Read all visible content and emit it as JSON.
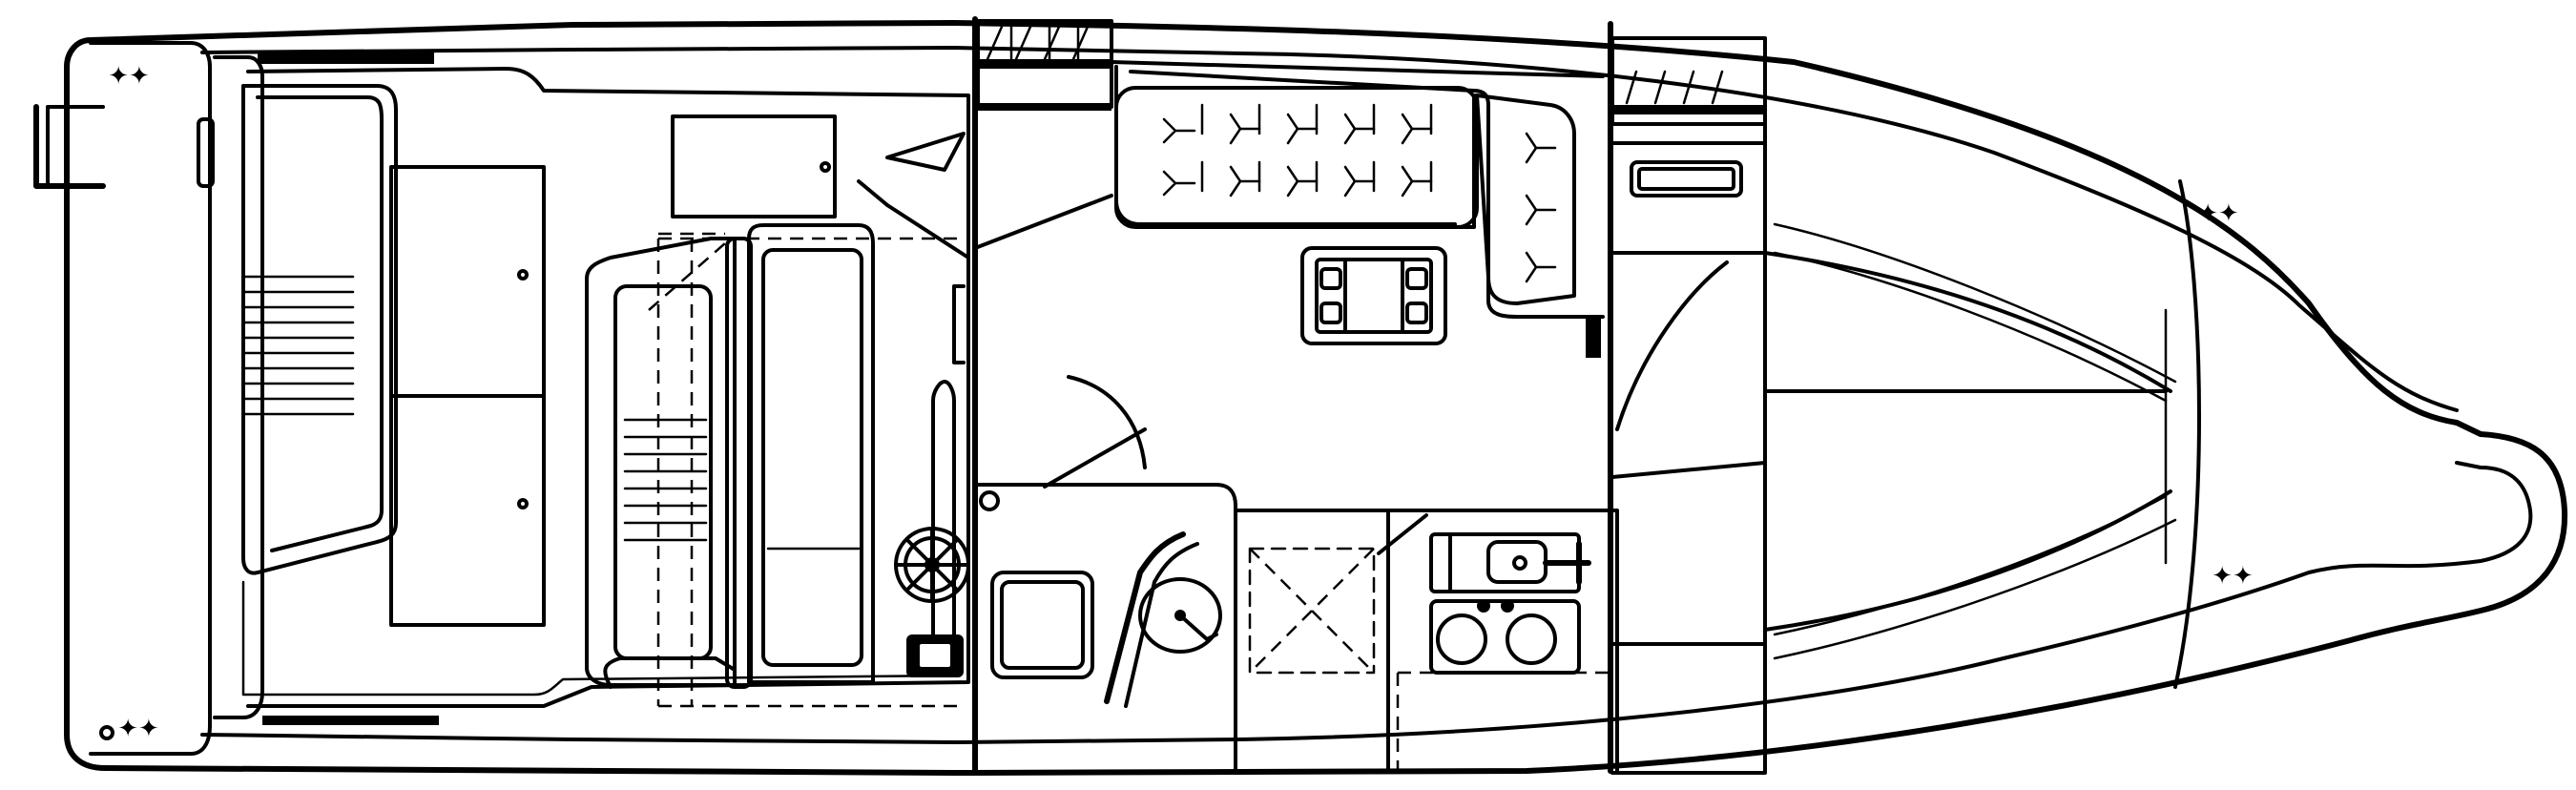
{
  "diagram": {
    "type": "boat-floor-plan",
    "view": "top-down",
    "colors": {
      "line": "#000000",
      "background": "#ffffff"
    },
    "components": [
      {
        "name": "swim-platform"
      },
      {
        "name": "transom"
      },
      {
        "name": "cockpit-lounge"
      },
      {
        "name": "engine-hatch"
      },
      {
        "name": "helm-seat"
      },
      {
        "name": "helm-station"
      },
      {
        "name": "steering-wheel"
      },
      {
        "name": "companionway"
      },
      {
        "name": "dinette-settee"
      },
      {
        "name": "dinette-table"
      },
      {
        "name": "head-compartment"
      },
      {
        "name": "galley"
      },
      {
        "name": "forward-berth"
      },
      {
        "name": "bow-cleat"
      },
      {
        "name": "stern-cleat"
      }
    ]
  }
}
